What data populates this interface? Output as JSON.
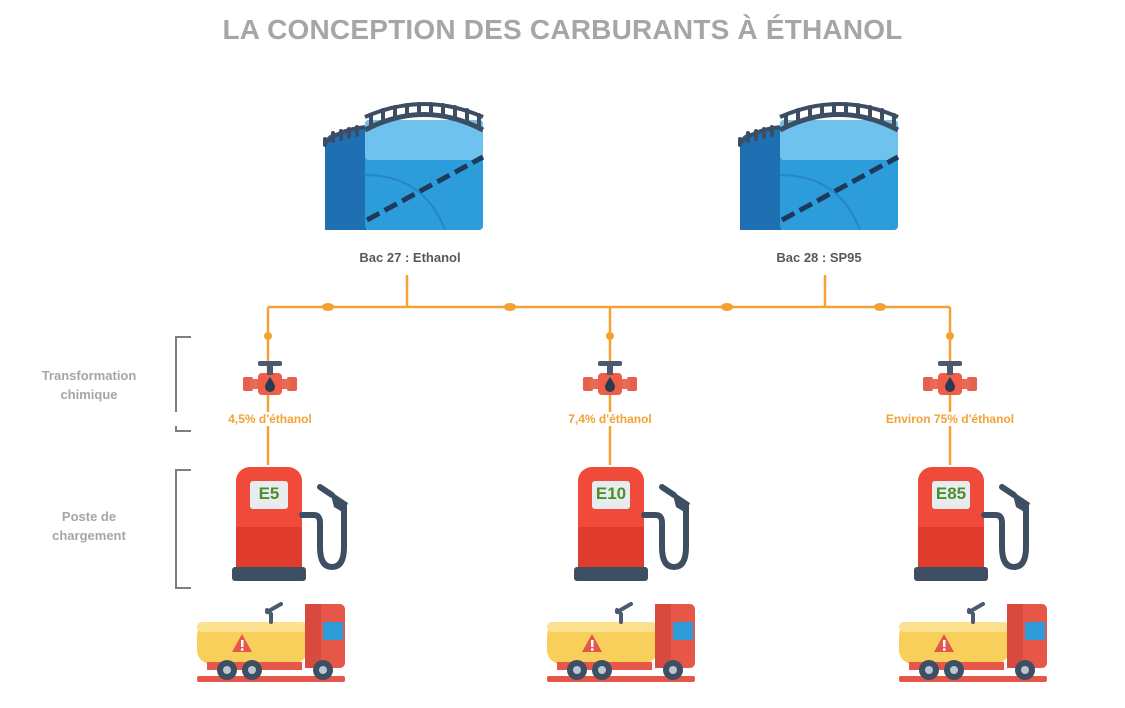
{
  "title": "LA CONCEPTION DES CARBURANTS À ÉTHANOL",
  "tanks": [
    {
      "label": "Bac 27 : Ethanol",
      "icon": "storage-tank-icon"
    },
    {
      "label": "Bac 28 : SP95",
      "icon": "storage-tank-icon"
    }
  ],
  "stages": {
    "transformation": "Transformation chimique",
    "loading": "Poste de chargement"
  },
  "lines": [
    {
      "percentage": "4,5% d'éthanol",
      "pump": "E5"
    },
    {
      "percentage": "7,4% d'éthanol",
      "pump": "E10"
    },
    {
      "percentage": "Environ 75% d'éthanol",
      "pump": "E85"
    }
  ],
  "icons": [
    "valve-icon",
    "fuel-pump-icon",
    "tanker-truck-icon"
  ],
  "colors": {
    "pipe": "#f4a234",
    "tank": "#2d9cdb",
    "pump": "#f04a3a",
    "truck_tank": "#f7cf5a",
    "pump_code": "#4a8f2a"
  }
}
